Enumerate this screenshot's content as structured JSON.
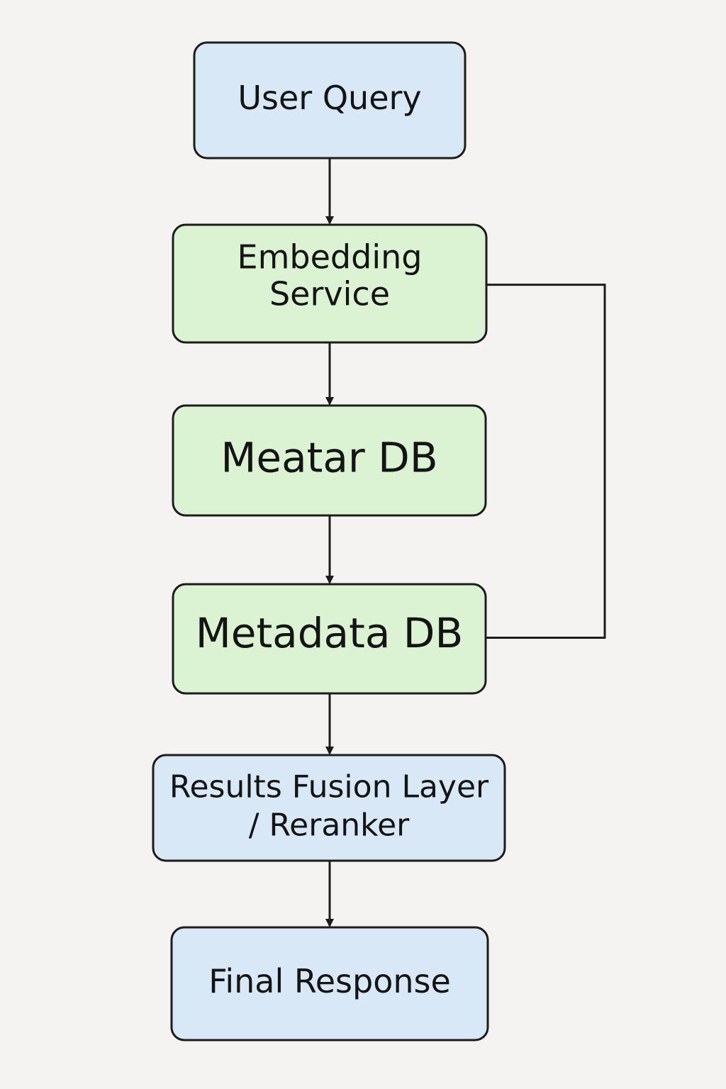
{
  "diagram": {
    "colors": {
      "background": "#f4f3f1",
      "blue_fill": "#d9e8f7",
      "green_fill": "#dcf3d3",
      "stroke": "#1c1c1c",
      "text": "#141414"
    },
    "nodes": [
      {
        "id": "user-query",
        "lines": [
          "User Query"
        ],
        "fill": "blue"
      },
      {
        "id": "embedding-service",
        "lines": [
          "Embedding",
          "Service"
        ],
        "fill": "green"
      },
      {
        "id": "meatar-db",
        "lines": [
          "Meatar DB"
        ],
        "fill": "green"
      },
      {
        "id": "metadata-db",
        "lines": [
          "Metadata DB"
        ],
        "fill": "green"
      },
      {
        "id": "results-fusion",
        "lines": [
          "Results Fusion Layer",
          "/ Reranker"
        ],
        "fill": "blue"
      },
      {
        "id": "final-response",
        "lines": [
          "Final Response"
        ],
        "fill": "blue"
      }
    ],
    "edges": [
      {
        "from": "user-query",
        "to": "embedding-service",
        "arrow": true
      },
      {
        "from": "embedding-service",
        "to": "meatar-db",
        "arrow": true
      },
      {
        "from": "meatar-db",
        "to": "metadata-db",
        "arrow": true
      },
      {
        "from": "metadata-db",
        "to": "results-fusion",
        "arrow": true
      },
      {
        "from": "results-fusion",
        "to": "final-response",
        "arrow": true
      },
      {
        "from": "embedding-service",
        "to": "metadata-db",
        "arrow": false,
        "route": "right-side"
      }
    ]
  }
}
